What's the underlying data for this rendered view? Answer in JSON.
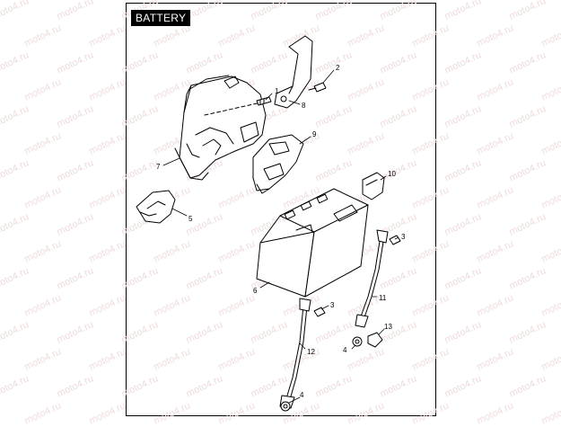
{
  "title": "BATTERY",
  "watermark_text": "moto4.ru",
  "callouts": [
    "1",
    "2",
    "3",
    "3",
    "4",
    "4",
    "5",
    "6",
    "7",
    "8",
    "9",
    "10",
    "11",
    "12",
    "13"
  ],
  "colors": {
    "line": "#000000",
    "watermark": "#f0dcdc",
    "background": "#ffffff"
  }
}
